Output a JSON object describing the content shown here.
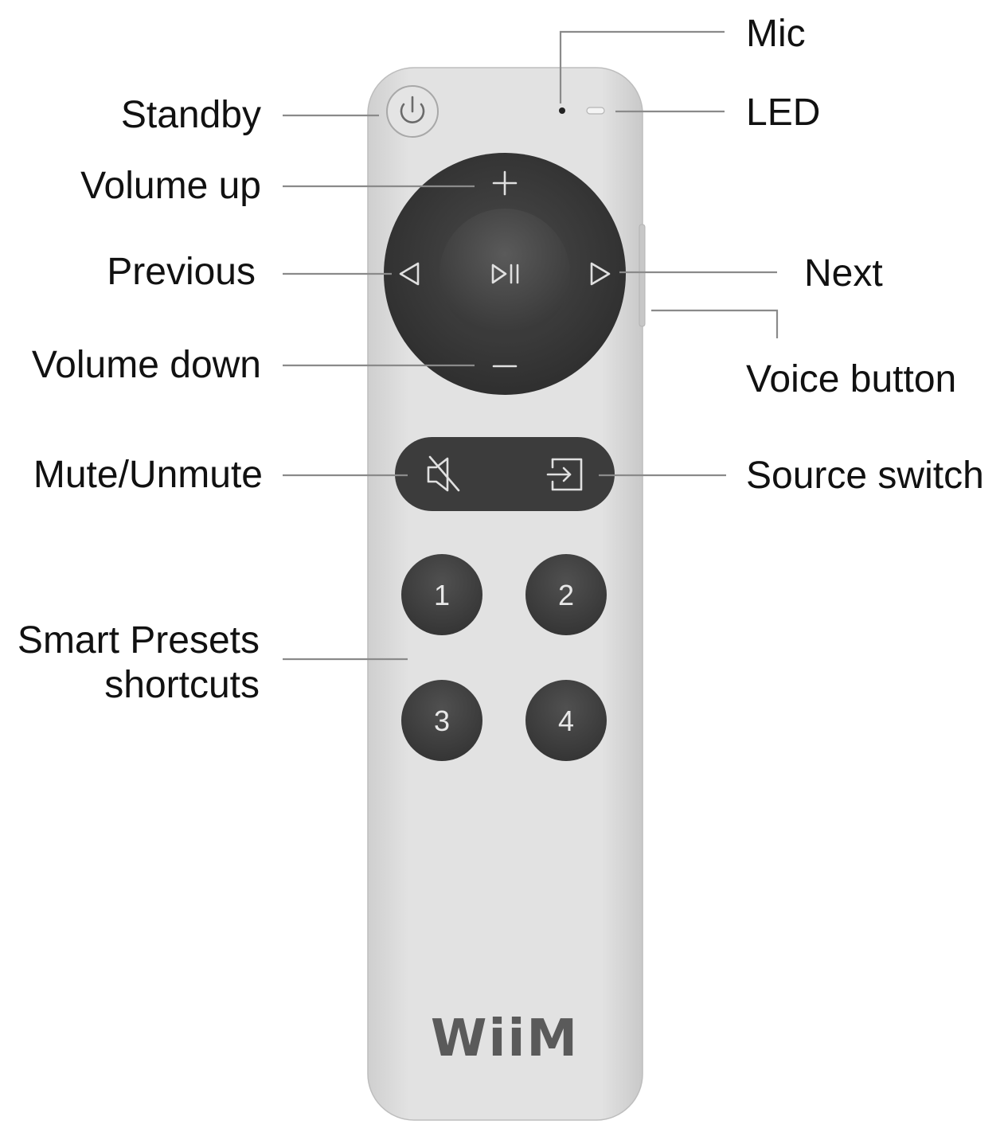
{
  "labels": {
    "mic": "Mic",
    "standby": "Standby",
    "led": "LED",
    "volume_up": "Volume up",
    "previous": "Previous",
    "next": "Next",
    "volume_down": "Volume down",
    "voice_button": "Voice button",
    "mute_unmute": "Mute/Unmute",
    "source_switch": "Source switch",
    "smart_presets_line1": "Smart Presets",
    "smart_presets_line2": "shortcuts"
  },
  "presets": [
    "1",
    "2",
    "3",
    "4"
  ],
  "brand": "WiiM",
  "icons": {
    "standby": "power-icon",
    "volume_up": "plus-icon",
    "volume_down": "minus-icon",
    "previous": "triangle-left-icon",
    "next": "triangle-right-icon",
    "play_pause": "play-pause-icon",
    "mute": "speaker-mute-icon",
    "source": "input-source-icon"
  },
  "colors": {
    "remote_body": "#dcdcdc",
    "ring": "#3a3a3a",
    "center_button": "#4a4a4a",
    "keys": "#3e3e3e",
    "leader_lines": "#8a8a8a",
    "label_text": "#111111"
  }
}
